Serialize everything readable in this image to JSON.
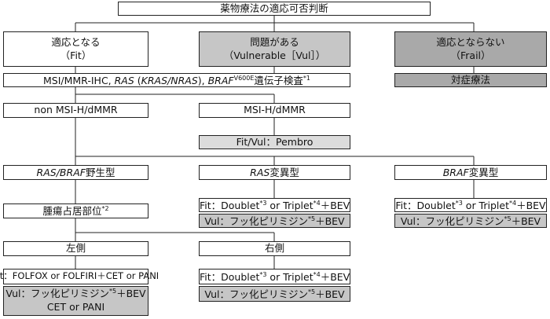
{
  "title": "薬物療法の適応可否判断",
  "fit": {
    "line1": "適応となる",
    "line2": "（Fit）"
  },
  "vul": {
    "line1": "問題がある",
    "line2": "（Vulnerable［Vul］）"
  },
  "frail": {
    "line1": "適応とならない",
    "line2": "（Frail）"
  },
  "test": {
    "pre": "MSI/MMR-IHC, ",
    "ras": "RAS",
    "mid": " (",
    "kras": "KRAS/NRAS",
    "post": "), ",
    "braf": "BRAF",
    "sup_v600e": "V600E",
    "tail": "遺伝子検査",
    "sup_note": "*1"
  },
  "supportive": "対症療法",
  "non_msi": "non MSI-H/dMMR",
  "msi": "MSI-H/dMMR",
  "pembro": "Fit/Vul：Pembro",
  "wild": {
    "it": "RAS/BRAF",
    "text": "野生型"
  },
  "ras_mut": {
    "it": "RAS",
    "text": "変異型"
  },
  "braf_mut": {
    "it": "BRAF",
    "text": "変異型"
  },
  "location": {
    "text": "腫瘍占居部位",
    "sup": "*2"
  },
  "left_side": "左側",
  "right_side": "右側",
  "fit_left": "Fit：FOLFOX or FOLFIRI＋CET or PANI",
  "vul_left": {
    "a": "Vul：フッ化ピリミジン",
    "sup": "*5",
    "b": "＋BEV",
    "line2": "CET or PANI"
  },
  "fit_regimen": {
    "a": "Fit：Doublet",
    "sup3": "*3",
    "b": " or Triplet",
    "sup4": "*4",
    "c": "＋BEV"
  },
  "vul_regimen": {
    "a": "Vul：フッ化ピリミジン",
    "sup": "*5",
    "b": "＋BEV"
  },
  "colors": {
    "light_gray": "#dcdcdc",
    "mid_gray": "#c6c6c6",
    "dark_gray": "#a9a9a9"
  }
}
